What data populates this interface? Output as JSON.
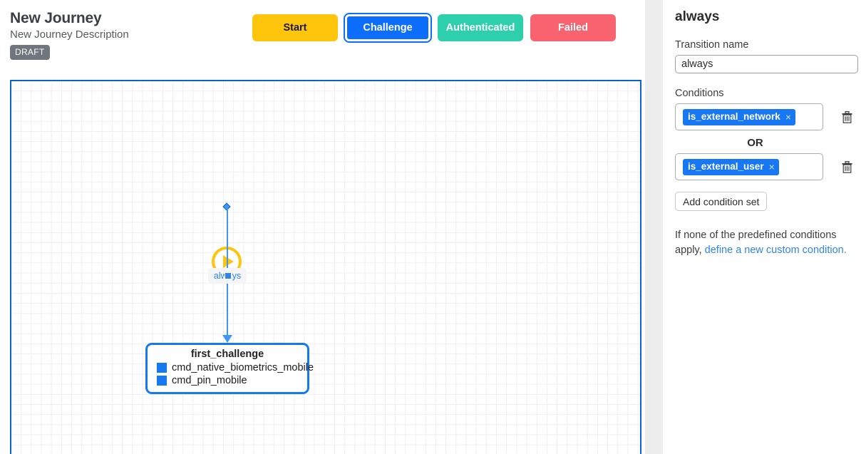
{
  "header": {
    "title": "New Journey",
    "subtitle": "New Journey Description",
    "status_badge": "DRAFT",
    "buttons": [
      {
        "label": "Start",
        "name": "start-button",
        "color": "#ffc50d"
      },
      {
        "label": "Challenge",
        "name": "challenge-button",
        "color": "#0d6efd"
      },
      {
        "label": "Authenticated",
        "name": "authenticated-button",
        "color": "#2ed0ab"
      },
      {
        "label": "Failed",
        "name": "failed-button",
        "color": "#f8636f"
      }
    ]
  },
  "canvas": {
    "border_color": "#0b63ce",
    "edge_label": "always",
    "edge_color": "#3f96f3",
    "start_node": {
      "icon": "play-icon",
      "color": "#ffc50d"
    },
    "node": {
      "title": "first_challenge",
      "border_color": "#1779f2",
      "items": [
        {
          "label": "cmd_native_biometrics_mobile",
          "swatch": "#1779f2"
        },
        {
          "label": "cmd_pin_mobile",
          "swatch": "#1779f2"
        }
      ]
    }
  },
  "panel": {
    "title": "always",
    "transition_name_label": "Transition name",
    "transition_name_value": "always",
    "conditions_label": "Conditions",
    "condition_sets": [
      {
        "chip": "is_external_network",
        "remove": "×"
      },
      {
        "chip": "is_external_user",
        "remove": "×"
      }
    ],
    "or_label": "OR",
    "add_condition_label": "Add condition set",
    "helper_prefix": "If none of the predefined conditions apply, ",
    "helper_link": "define a new custom condition.",
    "chip_color": "#1877f2",
    "link_color": "#2f86e8"
  }
}
